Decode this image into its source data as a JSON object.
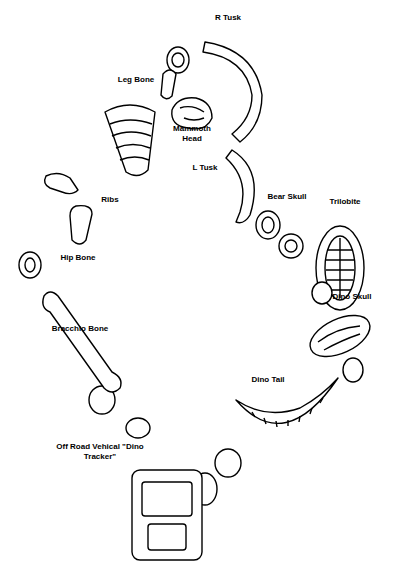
{
  "diagram": {
    "labels": [
      "R Tusk",
      "Leg Bone",
      "Mammoth Head",
      "L Tusk",
      "Bear Skull",
      "Ribs",
      "Trilobite",
      "Hip Bone",
      "Dino Skull",
      "Bracchio Bone",
      "Dino Tail",
      "Off Road Vehical \"Dino Tracker\""
    ]
  }
}
